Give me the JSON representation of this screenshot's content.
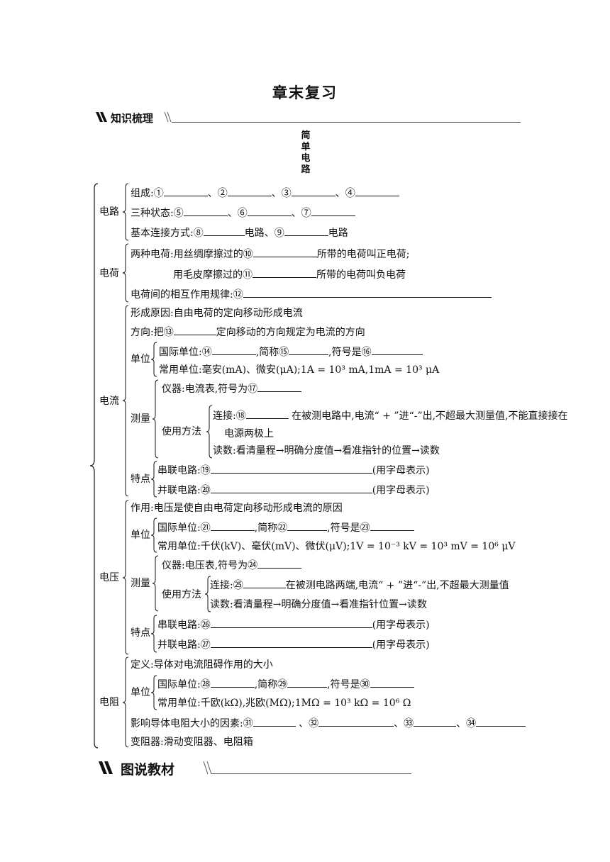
{
  "title": "章末复习",
  "section1": "知识梳理",
  "section2": "图说教材",
  "root": [
    "简",
    "单",
    "电",
    "路"
  ],
  "circuit": {
    "label": "电路",
    "l1": "组成:①",
    "l1b": "、②",
    "l1c": "、③",
    "l1d": "、④",
    "l2": "三种状态:⑤",
    "l2b": "、⑥",
    "l2c": "、⑦",
    "l3": "基本连接方式:⑧",
    "l3b": "电路、⑨",
    "l3c": "电路"
  },
  "charge": {
    "label": "电荷",
    "l1": "两种电荷:用丝绸摩擦过的⑩",
    "l1b": "所带的电荷叫正电荷;",
    "l2": "用毛皮摩擦过的⑪",
    "l2b": "所带的电荷叫负电荷",
    "l3": "电荷间的相互作用规律:⑫"
  },
  "current": {
    "label": "电流",
    "l1": "形成原因:自由电荷的定向移动形成电流",
    "l2": "方向:把⑬",
    "l2b": "定向移动的方向规定为电流的方向",
    "unit": "单位",
    "u1": "国际单位:⑭",
    "u1b": ",简称⑮",
    "u1c": ",符号是⑯",
    "u2": "常用单位:毫安(mA)、微安(μA);1A = 10³ mA,1mA = 10³ μA",
    "measure": "测量",
    "m1": "仪器:电流表,符号为⑰",
    "use": "使用方法",
    "c1": "连接:⑱",
    "c1b": "在被测电路中,电流“ + ”进“-”出,不超最大测量值,不能直接接在",
    "c1c": "电源两极上",
    "c2": "读数:看清量程→明确分度值→看准指针的位置→读数",
    "feature": "特点",
    "f1": "串联电路:⑲",
    "f1b": "(用字母表示)",
    "f2": "并联电路:⑳",
    "f2b": "(用字母表示)"
  },
  "voltage": {
    "label": "电压",
    "l1": "作用:电压是使自由电荷定向移动形成电流的原因",
    "unit": "单位",
    "u1": "国际单位:㉑",
    "u1b": ",简称㉒",
    "u1c": ",符号是㉓",
    "u2": "常用单位:千伏(kV)、毫伏(mV)、微伏(μV);1V = 10⁻³ kV = 10³ mV = 10⁶ μV",
    "measure": "测量",
    "m1": "仪器:电压表,符号为㉔",
    "use": "使用方法",
    "c1": "连接:㉕",
    "c1b": "在被测电路两端,电流“ + ”进“-”出,不超最大测量值",
    "c2": "读数:看清量程→明确分度值→看准指针位置→读数",
    "feature": "特点",
    "f1": "串联电路:㉖",
    "f1b": "(用字母表示)",
    "f2": "并联电路:㉗",
    "f2b": "(用字母表示)"
  },
  "resistance": {
    "label": "电阻",
    "l1": "定义:导体对电流阻碍作用的大小",
    "unit": "单位",
    "u1": "国际单位:㉘",
    "u1b": ",简称㉙",
    "u1c": ",符号是㉚",
    "u2": "常用单位:千欧(kΩ),兆欧(MΩ);1MΩ = 10³ kΩ = 10⁶ Ω",
    "l3": "影响导体电阻大小的因素:㉛",
    "l3b": "、㉜",
    "l3c": "、㉝",
    "l3d": "、㉞",
    "l4": "变阻器:滑动变阻器、电阻箱"
  }
}
